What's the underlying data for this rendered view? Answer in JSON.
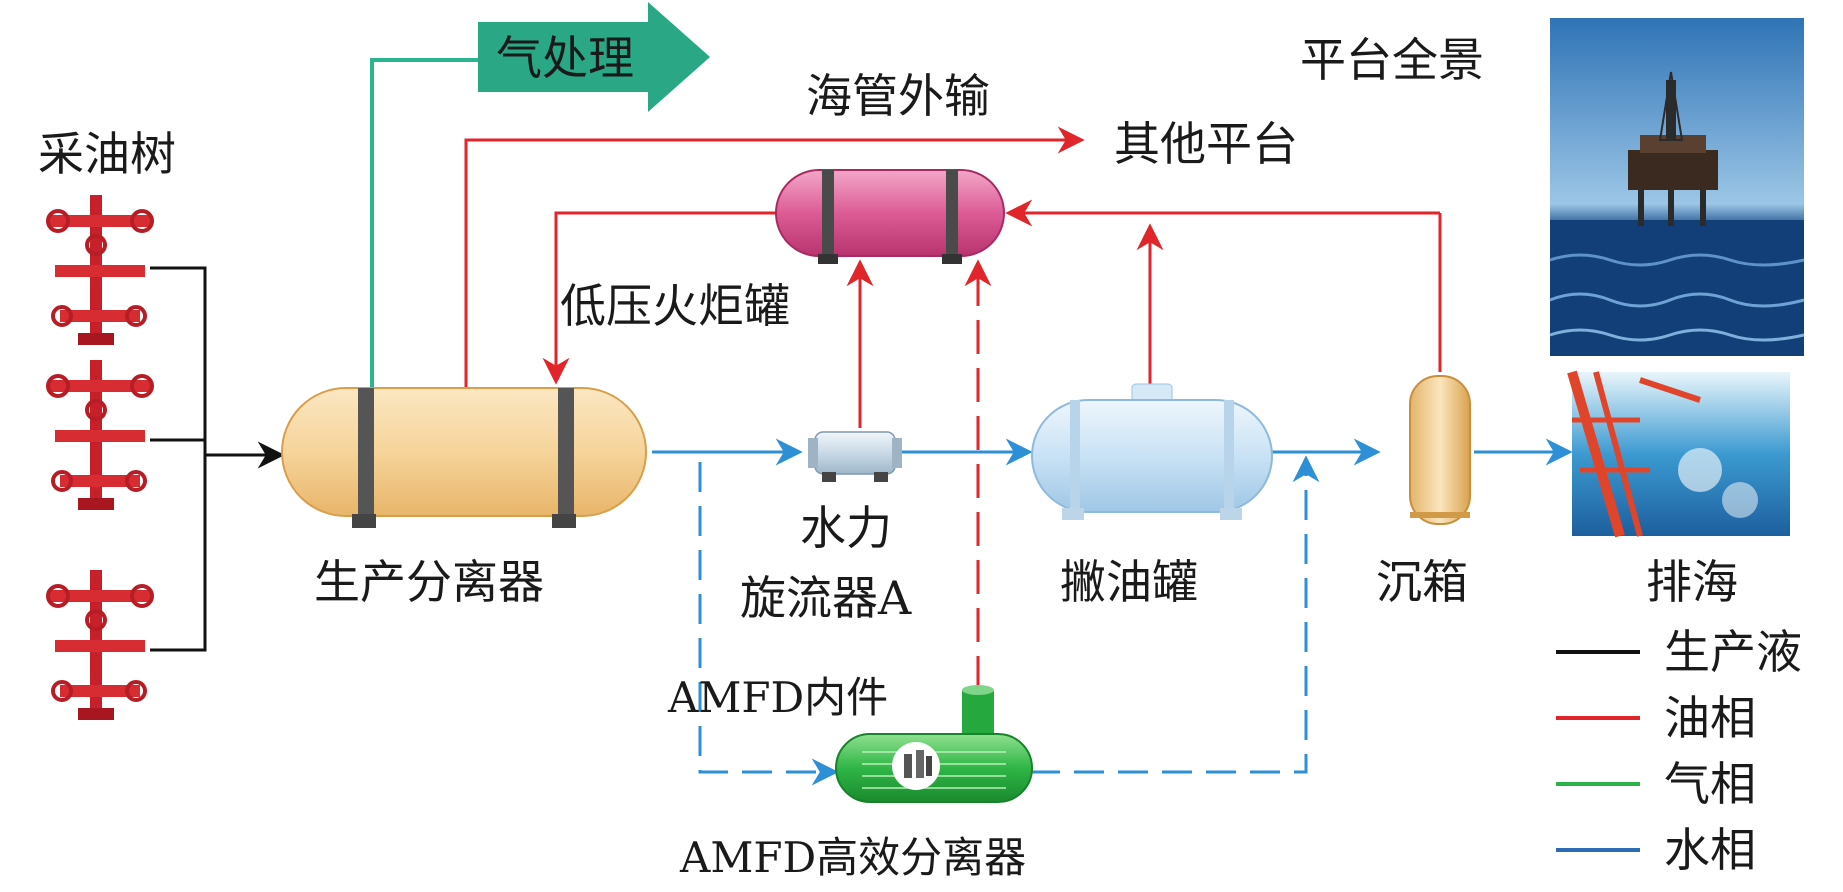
{
  "labels": {
    "wellheads": "采油树",
    "gas_treatment": "气处理",
    "subsea_export": "海管外输",
    "other_platforms": "其他平台",
    "platform_view": "平台全景",
    "flare_tank": "低压火炬罐",
    "production_separator": "生产分离器",
    "hydrocyclone_line1": "水力",
    "hydrocyclone_line2": "旋流器A",
    "skim_tank": "撇油罐",
    "caisson": "沉箱",
    "discharge": "排海",
    "amfd_internals": "AMFD内件",
    "amfd_separator": "AMFD高效分离器"
  },
  "legend": [
    {
      "label": "生产液",
      "color": "#111111"
    },
    {
      "label": "油相",
      "color": "#e0262b"
    },
    {
      "label": "气相",
      "color": "#2db24a"
    },
    {
      "label": "水相",
      "color": "#2d6cb5"
    }
  ],
  "colors": {
    "production_liquid": "#111111",
    "oil": "#e0262b",
    "gas": "#2bb58f",
    "water": "#2d8fd6",
    "gas_arrow_fill": "#2aa886"
  }
}
